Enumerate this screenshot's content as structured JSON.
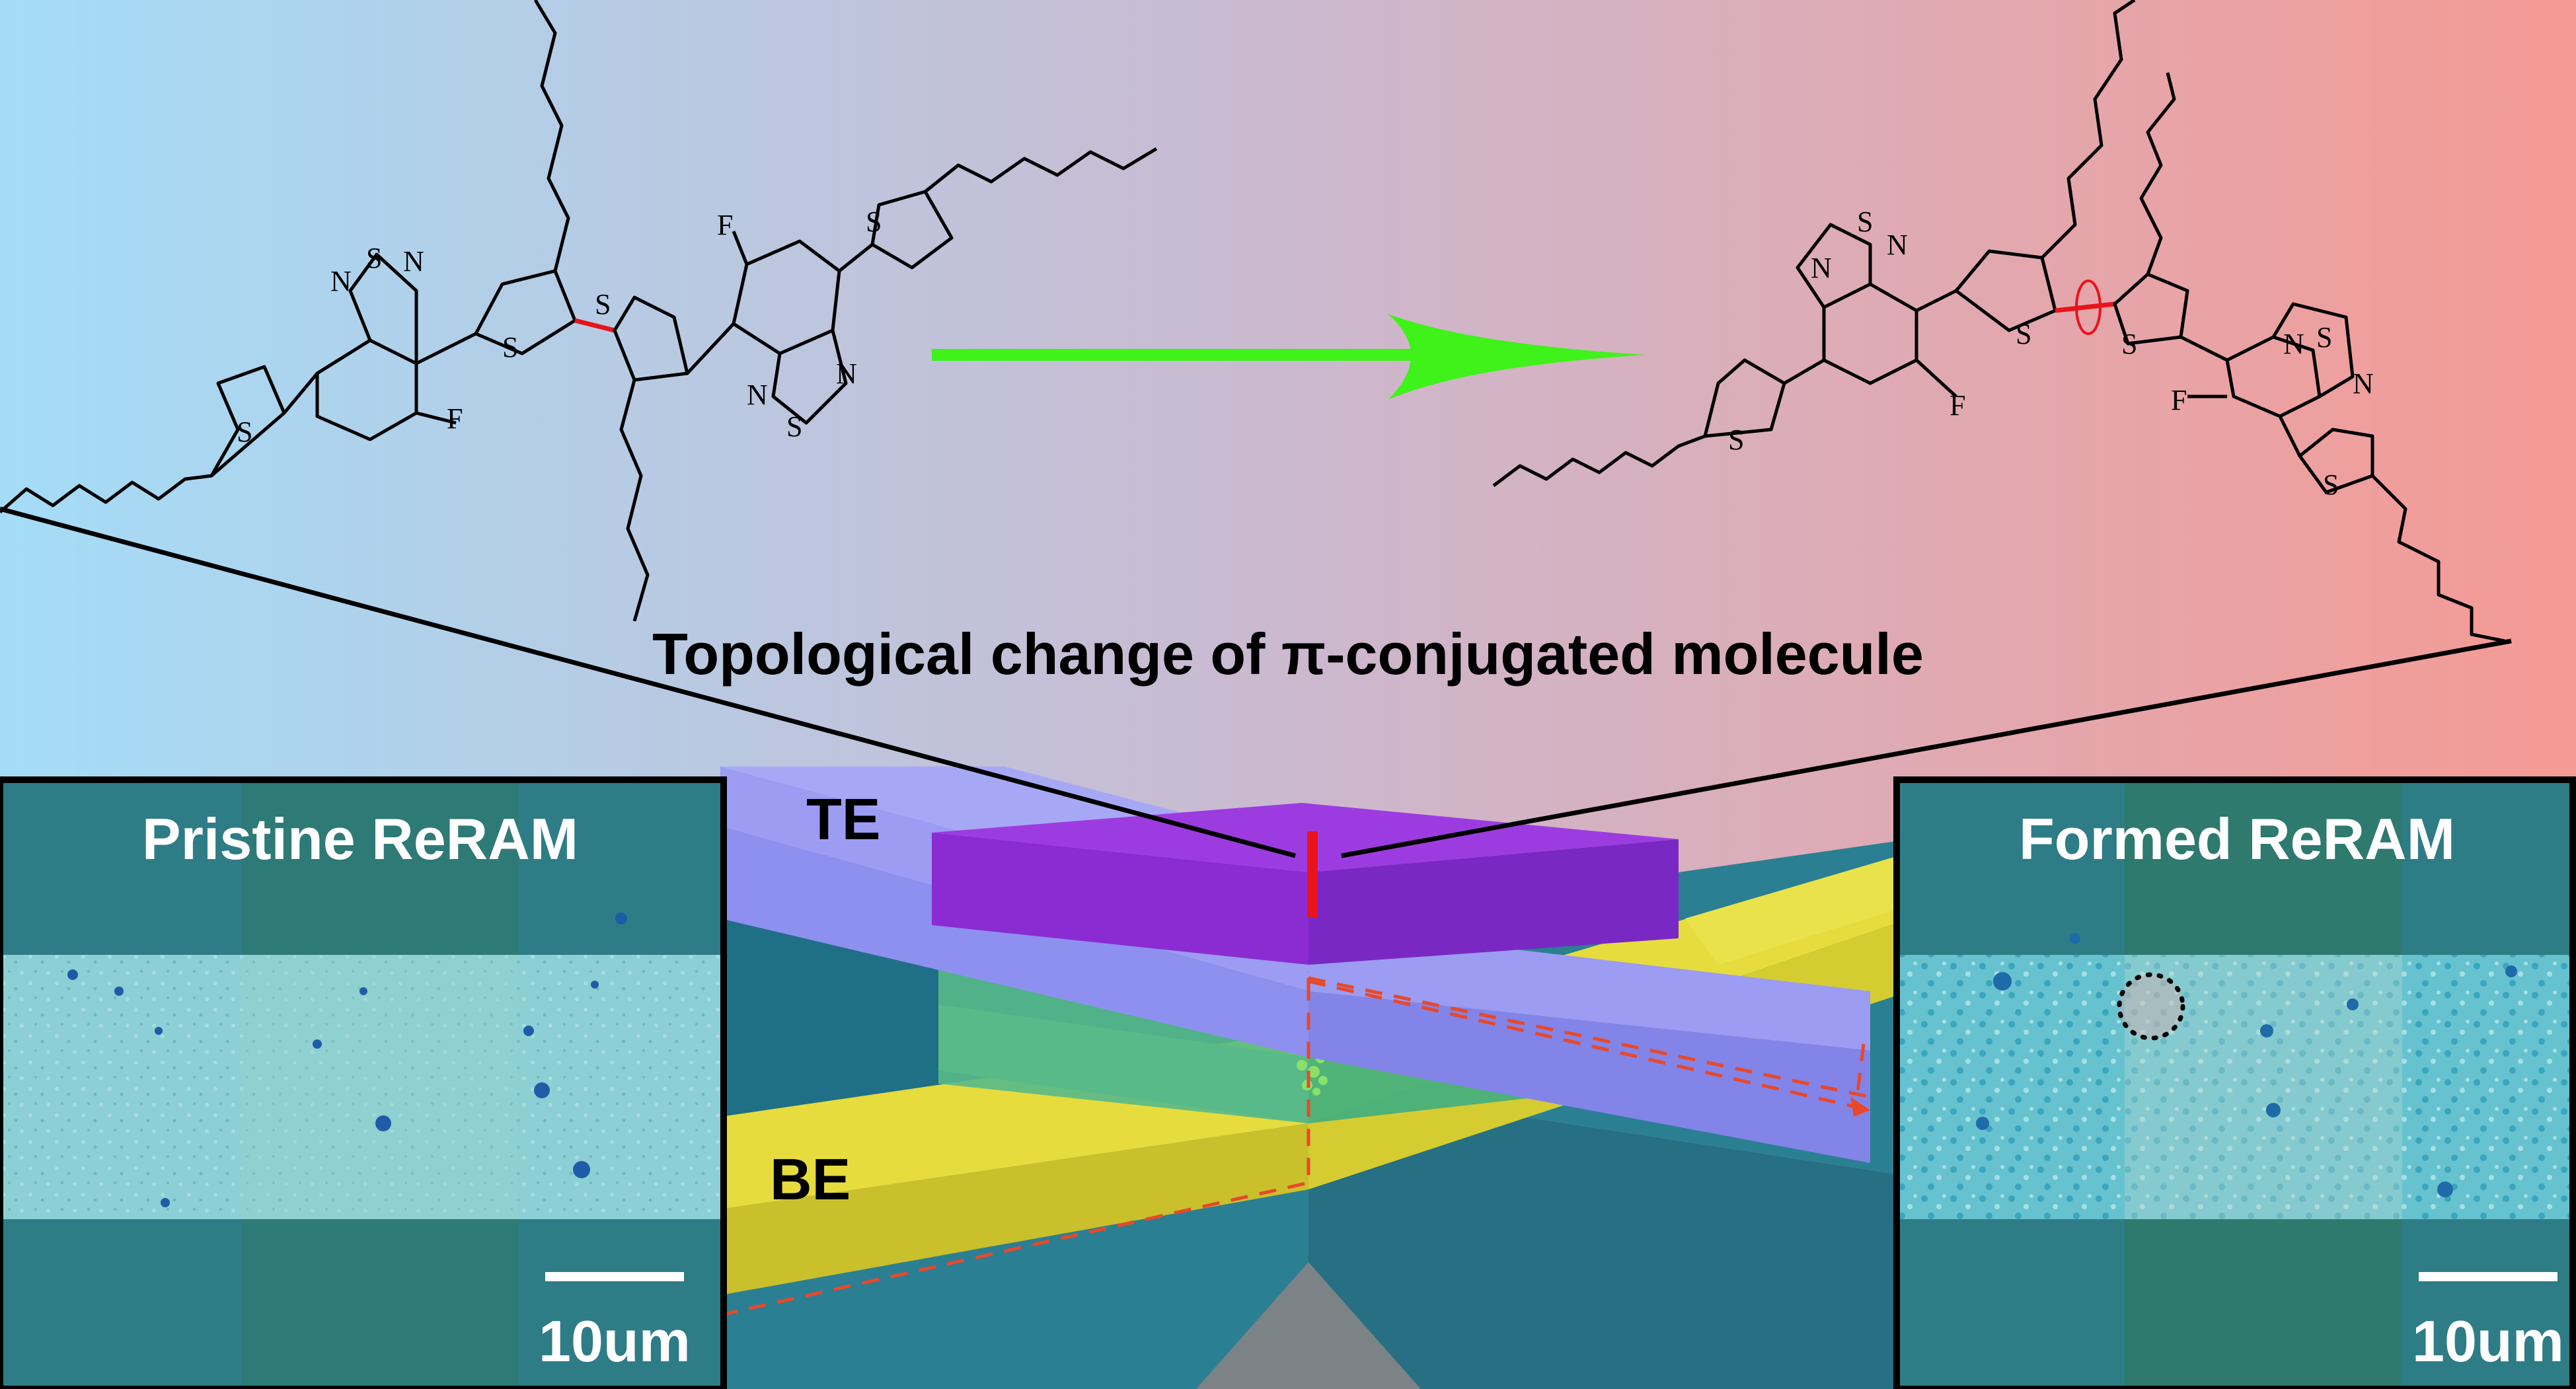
{
  "caption": "Topological change of π-conjugated molecule",
  "device": {
    "top_electrode_label": "TE",
    "bottom_electrode_label": "BE"
  },
  "left_panel": {
    "title": "Pristine ReRAM",
    "scale_label": "10um"
  },
  "right_panel": {
    "title": "Formed ReRAM",
    "scale_label": "10um"
  },
  "molecule_atoms": {
    "sulfur": "S",
    "nitrogen": "N",
    "fluorine": "F"
  },
  "colors": {
    "background_left": "#a4dcf7",
    "background_right": "#f59a94",
    "arrow": "#3ff21a",
    "highlight_bond": "#e8141c",
    "top_electrode": "#9b9cf2",
    "top_electrode_pad": "#8f2fd8",
    "bottom_electrode": "#e5dd3c",
    "switching_layer": "#6fd08a",
    "substrate": "#2f8aa0",
    "sem_image": "#7cc3c9"
  }
}
